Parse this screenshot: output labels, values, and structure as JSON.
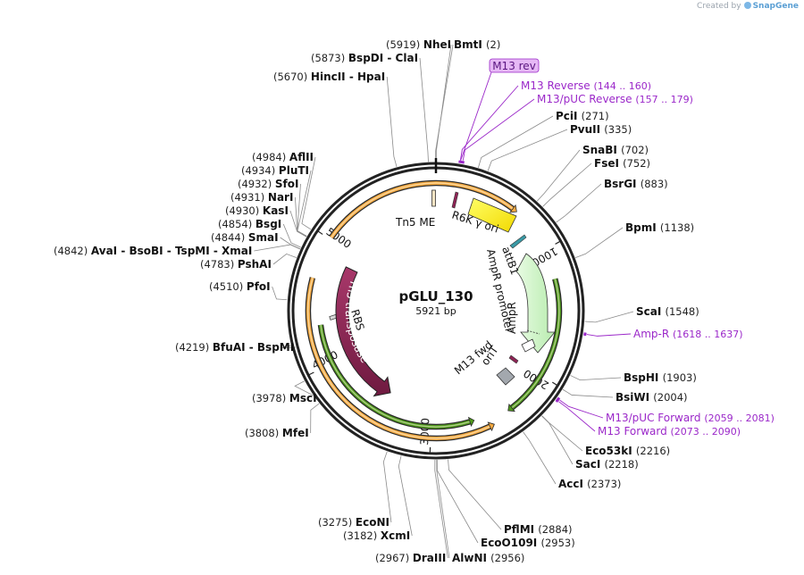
{
  "credit": {
    "prefix": "Created by",
    "brand": "SnapGene"
  },
  "plasmid": {
    "name": "pGLU_130",
    "size_label": "5921 bp",
    "length": 5921
  },
  "ruler_ticks": [
    "1000",
    "2000",
    "3000",
    "4000",
    "5000"
  ],
  "restriction_sites": [
    {
      "name": "NheI",
      "pos": "(5919)",
      "bp": 5919
    },
    {
      "name": "BmtI",
      "pos": "(2)",
      "bp": 2
    },
    {
      "name": "BspDI - ClaI",
      "pos": "(5873)",
      "bp": 5873
    },
    {
      "name": "HincII - HpaI",
      "pos": "(5670)",
      "bp": 5670
    },
    {
      "name": "PciI",
      "pos": "(271)",
      "bp": 271
    },
    {
      "name": "PvuII",
      "pos": "(335)",
      "bp": 335
    },
    {
      "name": "SnaBI",
      "pos": "(702)",
      "bp": 702
    },
    {
      "name": "FseI",
      "pos": "(752)",
      "bp": 752
    },
    {
      "name": "BsrGI",
      "pos": "(883)",
      "bp": 883
    },
    {
      "name": "BpmI",
      "pos": "(1138)",
      "bp": 1138
    },
    {
      "name": "ScaI",
      "pos": "(1548)",
      "bp": 1548
    },
    {
      "name": "BspHI",
      "pos": "(1903)",
      "bp": 1903
    },
    {
      "name": "BsiWI",
      "pos": "(2004)",
      "bp": 2004
    },
    {
      "name": "Eco53kI",
      "pos": "(2216)",
      "bp": 2216
    },
    {
      "name": "SacI",
      "pos": "(2218)",
      "bp": 2218
    },
    {
      "name": "AccI",
      "pos": "(2373)",
      "bp": 2373
    },
    {
      "name": "PflMI",
      "pos": "(2884)",
      "bp": 2884
    },
    {
      "name": "EcoO109I",
      "pos": "(2953)",
      "bp": 2953
    },
    {
      "name": "AlwNI",
      "pos": "(2956)",
      "bp": 2956
    },
    {
      "name": "DraIII",
      "pos": "(2967)",
      "bp": 2967
    },
    {
      "name": "XcmI",
      "pos": "(3182)",
      "bp": 3182
    },
    {
      "name": "EcoNI",
      "pos": "(3275)",
      "bp": 3275
    },
    {
      "name": "MfeI",
      "pos": "(3808)",
      "bp": 3808
    },
    {
      "name": "MscI",
      "pos": "(3978)",
      "bp": 3978
    },
    {
      "name": "BfuAI - BspMI",
      "pos": "(4219)",
      "bp": 4219
    },
    {
      "name": "PfoI",
      "pos": "(4510)",
      "bp": 4510
    },
    {
      "name": "PshAI",
      "pos": "(4783)",
      "bp": 4783
    },
    {
      "name": "AvaI - BsoBI - TspMI - XmaI",
      "pos": "(4842)",
      "bp": 4842
    },
    {
      "name": "SmaI",
      "pos": "(4844)",
      "bp": 4844
    },
    {
      "name": "BsgI",
      "pos": "(4854)",
      "bp": 4854
    },
    {
      "name": "KasI",
      "pos": "(4930)",
      "bp": 4930
    },
    {
      "name": "NarI",
      "pos": "(4931)",
      "bp": 4931
    },
    {
      "name": "SfoI",
      "pos": "(4932)",
      "bp": 4932
    },
    {
      "name": "PluTI",
      "pos": "(4934)",
      "bp": 4934
    },
    {
      "name": "AflII",
      "pos": "(4984)",
      "bp": 4984
    }
  ],
  "primer_sites": [
    {
      "name": "M13 Reverse",
      "range": "(144 .. 160)",
      "bp": 152
    },
    {
      "name": "M13/pUC Reverse",
      "range": "(157 .. 179)",
      "bp": 168
    },
    {
      "name": "Amp-R",
      "range": "(1618 .. 1637)",
      "bp": 1627
    },
    {
      "name": "M13/pUC Forward",
      "range": "(2059 .. 2081)",
      "bp": 2070
    },
    {
      "name": "M13 Forward",
      "range": "(2073 .. 2090)",
      "bp": 2081
    }
  ],
  "highlighted_label": "M13 rev",
  "features": [
    {
      "label": "Tn5 ME"
    },
    {
      "label": "R6K γ ori"
    },
    {
      "label": "attB1"
    },
    {
      "label": "AmpR promoter"
    },
    {
      "label": "AmpR"
    },
    {
      "label": "M13 fwd"
    },
    {
      "label": "oriT"
    },
    {
      "label": "RBS"
    },
    {
      "label": "Tn5 transposase"
    }
  ],
  "colors": {
    "backbone": "#222222",
    "primer": "#9b28c9",
    "transposase": "#8e2455",
    "ori": "#ffef00",
    "ampr": "#c6f5c0",
    "orange_arc": "#f4a940",
    "green_arc": "#4f9a1c",
    "highlight_fill": "#e6b8f5"
  }
}
